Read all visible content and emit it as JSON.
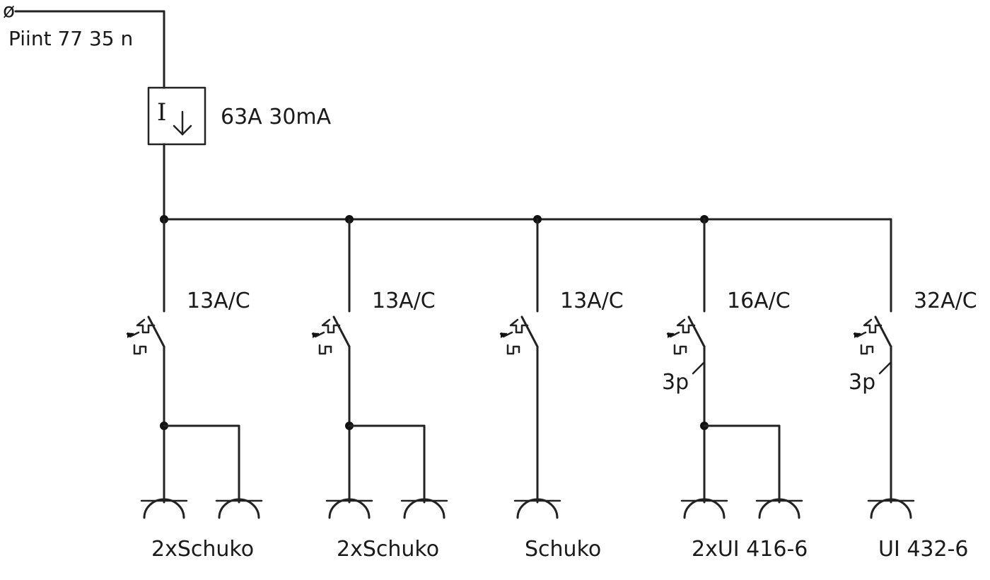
{
  "supply": {
    "phase_symbol": "ø",
    "label": "Piint 77 35 n"
  },
  "rcd": {
    "symbol_text": "I",
    "rating": "63A 30mA"
  },
  "circuits": [
    {
      "breaker": "13A/C",
      "poles": "",
      "outlets": 2,
      "load": "2xSchuko"
    },
    {
      "breaker": "13A/C",
      "poles": "",
      "outlets": 2,
      "load": "2xSchuko"
    },
    {
      "breaker": "13A/C",
      "poles": "",
      "outlets": 1,
      "load": "Schuko"
    },
    {
      "breaker": "16A/C",
      "poles": "3p",
      "outlets": 2,
      "load": "2xUI 416-6"
    },
    {
      "breaker": "32A/C",
      "poles": "3p",
      "outlets": 1,
      "load": "UI 432-6"
    }
  ]
}
